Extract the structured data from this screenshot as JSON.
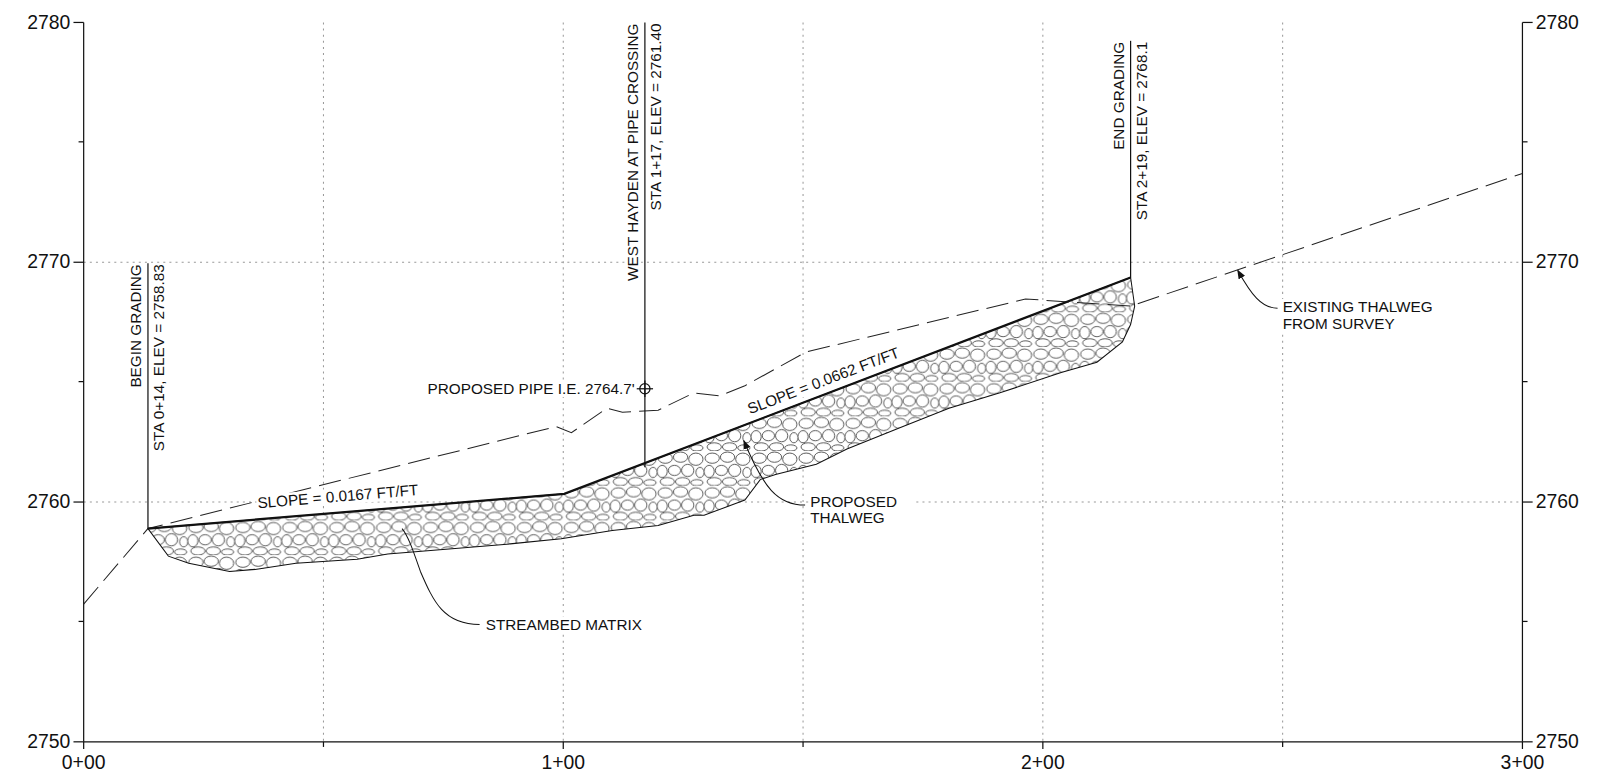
{
  "diagram": {
    "labels": [
      "2780",
      "2770",
      "2760",
      "2750",
      "2780",
      "2770",
      "2760",
      "2750",
      "0+00",
      "1+00",
      "2+00",
      "3+00",
      "BEGIN GRADING",
      "STA 0+14, ELEV = 2758.83",
      "WEST HAYDEN AT PIPE CROSSING",
      "STA 1+17, ELEV = 2761.40",
      "END GRADING",
      "STA 2+19, ELEV = 2768.1",
      "PROPOSED PIPE I.E. 2764.7'",
      "SLOPE = 0.0167 FT/FT",
      "SLOPE = 0.0662 FT/FT",
      "STREAMBED MATRIX",
      "PROPOSED THALWEG",
      "EXISTING THALWEG FROM SURVEY"
    ]
  }
}
